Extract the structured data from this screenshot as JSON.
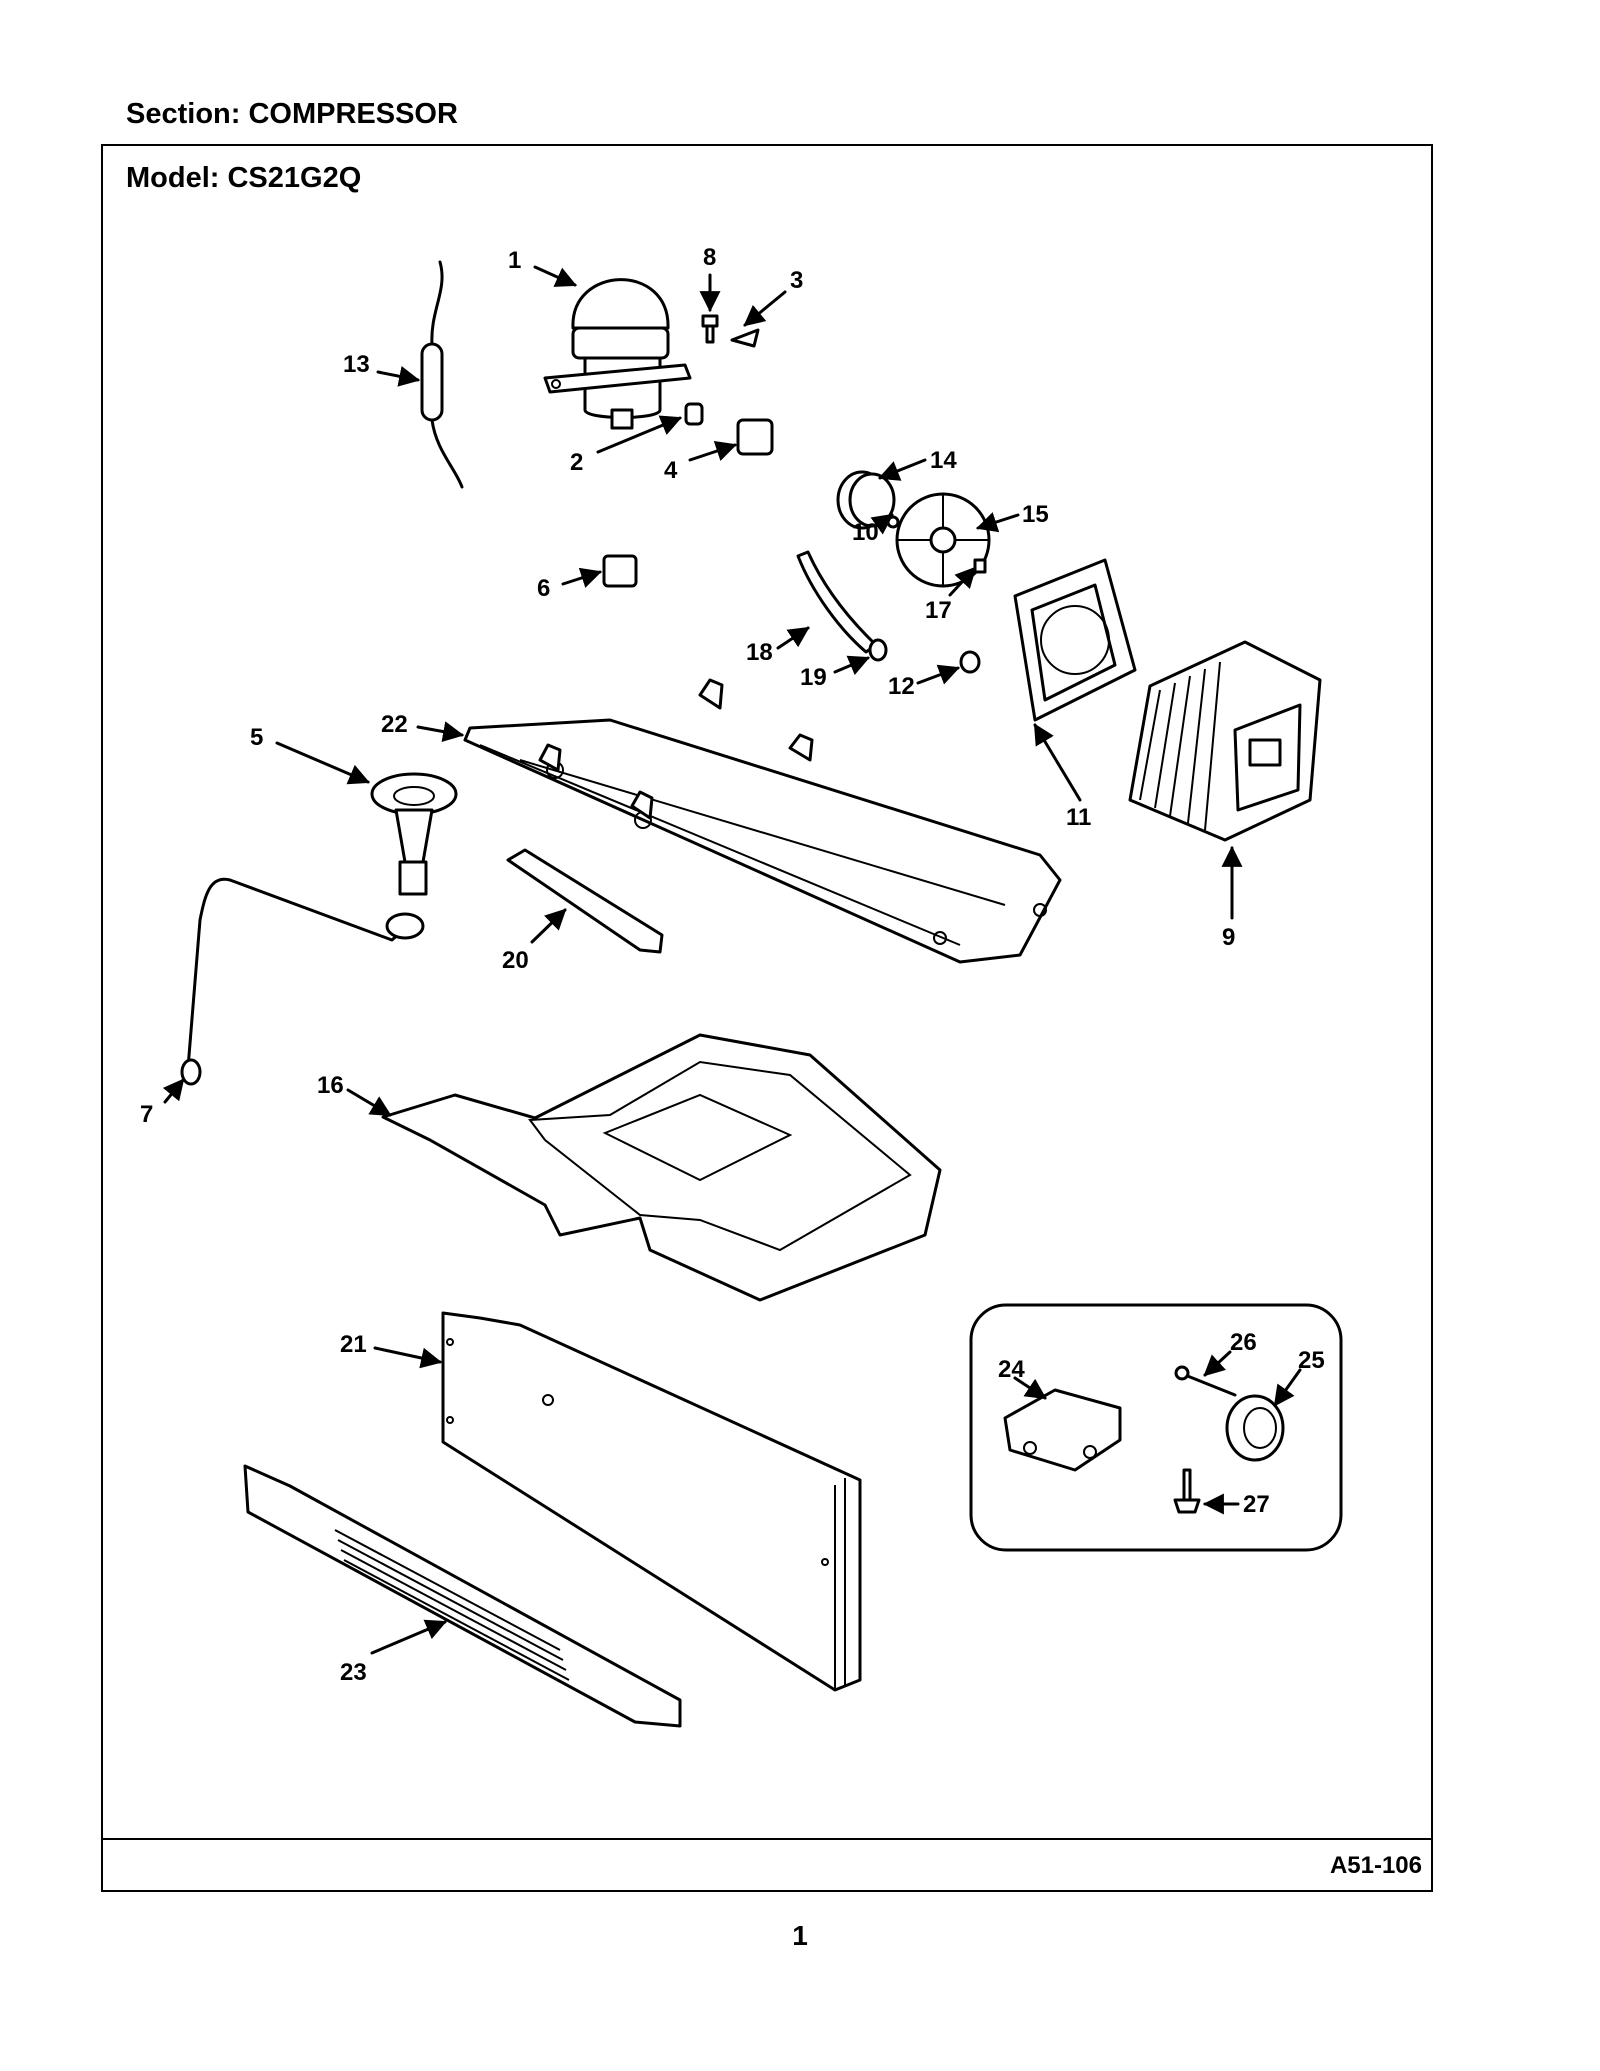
{
  "header": {
    "section": "Section:  COMPRESSOR",
    "model": "Model:  CS21G2Q"
  },
  "footer": {
    "figure_id": "A51-106",
    "page": "1"
  },
  "callouts": {
    "c1": "1",
    "c2": "2",
    "c3": "3",
    "c4": "4",
    "c5": "5",
    "c6": "6",
    "c7": "7",
    "c8": "8",
    "c9": "9",
    "c10": "10",
    "c11": "11",
    "c12": "12",
    "c13": "13",
    "c14": "14",
    "c15": "15",
    "c16": "16",
    "c17": "17",
    "c18": "18",
    "c19": "19",
    "c20": "20",
    "c21": "21",
    "c22": "22",
    "c23": "23",
    "c24": "24",
    "c25": "25",
    "c26": "26",
    "c27": "27"
  }
}
